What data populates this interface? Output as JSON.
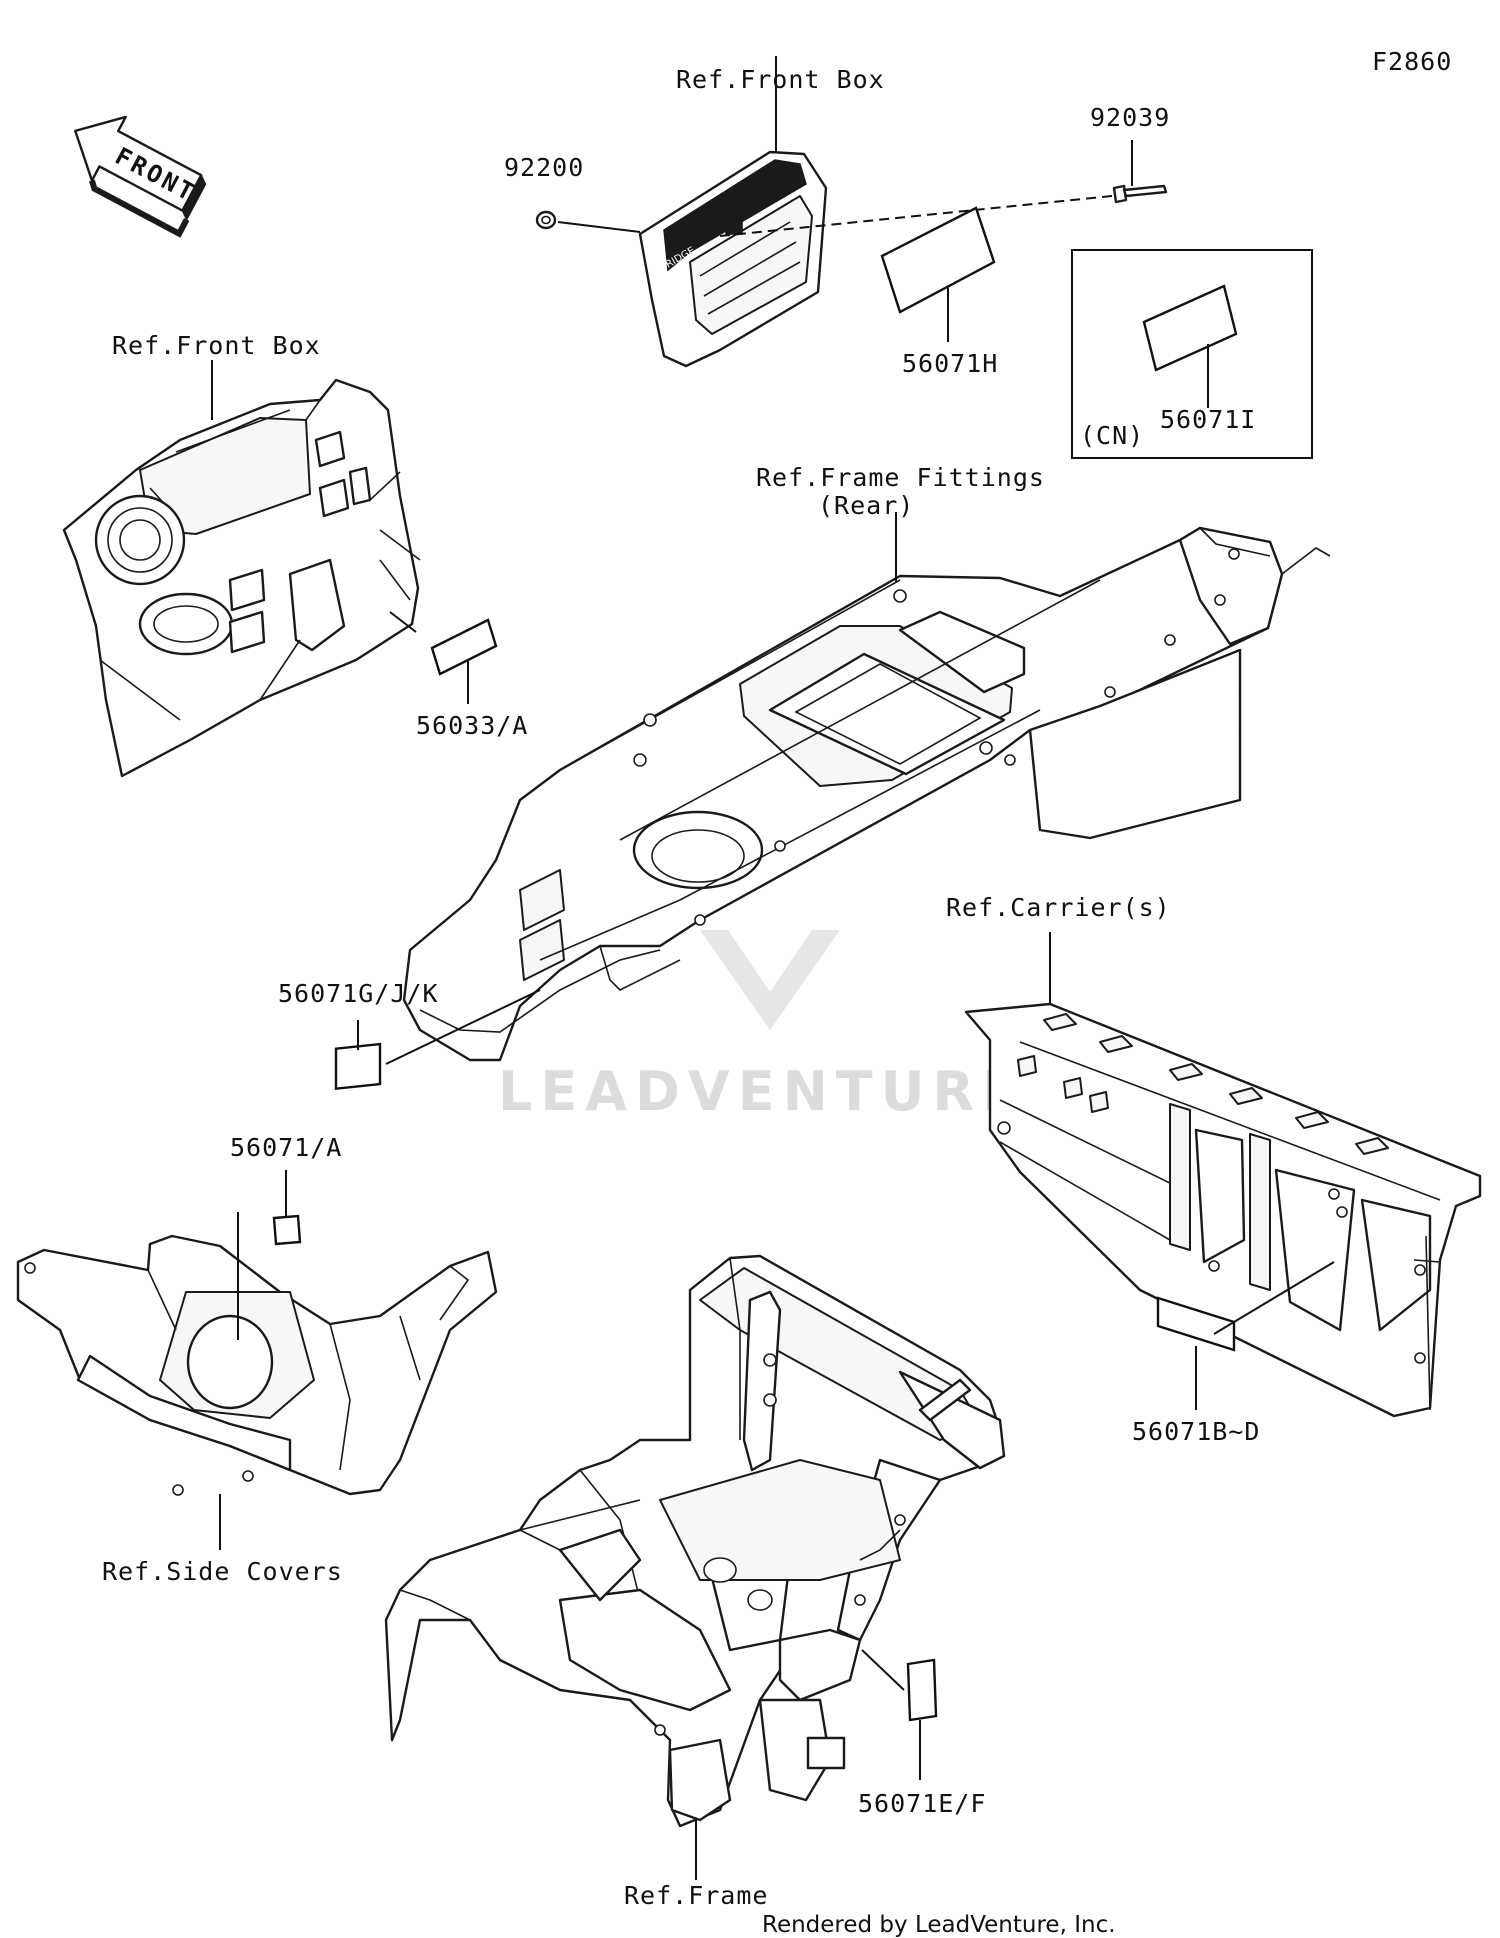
{
  "figure_code": "F2860",
  "front_arrow": {
    "label": "FRONT"
  },
  "labels": {
    "ref_front_box_top": "Ref.Front Box",
    "ref_front_box_left": "Ref.Front Box",
    "ref_frame_fittings_1": "Ref.Frame Fittings",
    "ref_frame_fittings_2": "(Rear)",
    "ref_carriers": "Ref.Carrier(s)",
    "ref_side_covers": "Ref.Side Covers",
    "ref_frame": "Ref.Frame",
    "variant_tag": "(CN)"
  },
  "parts": {
    "p92200": "92200",
    "p92039": "92039",
    "p56071H": "56071H",
    "p56071I": "56071I",
    "p56033A": "56033/A",
    "p56071GJK": "56071G/J/K",
    "p56071A": "56071/A",
    "p56071BD": "56071B~D",
    "p56071EF": "56071E/F"
  },
  "watermark": "LEADVENTURE",
  "credit": "Rendered by LeadVenture, Inc."
}
